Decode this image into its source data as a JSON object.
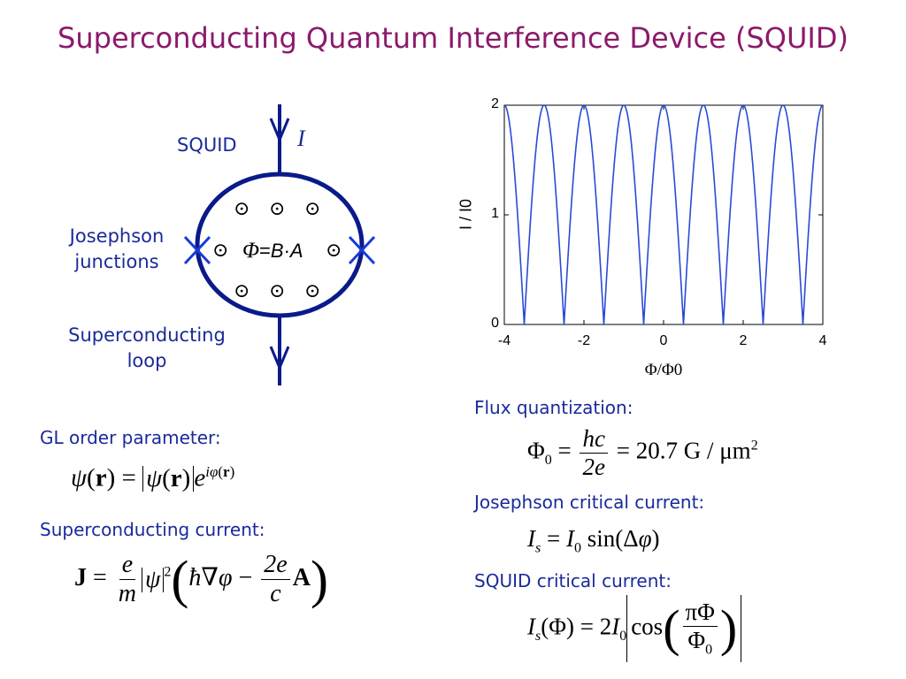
{
  "title": "Superconducting Quantum Interference Device (SQUID)",
  "colors": {
    "title": "#8b1a6b",
    "text": "#1a2a9a",
    "loop": "#0a1a8a",
    "curve": "#2b4ad8",
    "equation": "#000000"
  },
  "diagram": {
    "squid_label": "SQUID",
    "current_label": "I",
    "josephson_label_line1": "Josephson",
    "josephson_label_line2": "junctions",
    "loop_label_line1": "Superconducting",
    "loop_label_line2": "loop",
    "flux_phi": "Φ",
    "flux_eq": "=",
    "flux_B": "B",
    "flux_dot": "·",
    "flux_A": "A",
    "field_symbol": "⊙",
    "icons": [
      "junction-x-icon",
      "field-out-of-page-icon",
      "arrow-down-icon"
    ]
  },
  "chart_data": {
    "type": "line",
    "title": "",
    "xlabel": "Φ/Φ0",
    "ylabel": "I / I0",
    "xlim": [
      -4,
      4
    ],
    "ylim": [
      0,
      2
    ],
    "xticks": [
      -4,
      -2,
      0,
      2,
      4
    ],
    "yticks": [
      0,
      1,
      2
    ],
    "grid": false,
    "function": "2|cos(πΦ/Φ0)|",
    "series": [
      {
        "x": [
          -4,
          -3.75,
          -3.5,
          -3.25,
          -3,
          -2.75,
          -2.5,
          -2.25,
          -2,
          -1.75,
          -1.5,
          -1.25,
          -1,
          -0.75,
          -0.5,
          -0.25,
          0,
          0.25,
          0.5,
          0.75,
          1,
          1.25,
          1.5,
          1.75,
          2,
          2.25,
          2.5,
          2.75,
          3,
          3.25,
          3.5,
          3.75,
          4
        ],
        "values": [
          2,
          1.41,
          0,
          1.41,
          2,
          1.41,
          0,
          1.41,
          2,
          1.41,
          0,
          1.41,
          2,
          1.41,
          0,
          1.41,
          2,
          1.41,
          0,
          1.41,
          2,
          1.41,
          0,
          1.41,
          2,
          1.41,
          0,
          1.41,
          2,
          1.41,
          0,
          1.41,
          2
        ]
      }
    ]
  },
  "sections": {
    "gl_heading": "GL order parameter:",
    "sc_current_heading": "Superconducting current:",
    "flux_heading": "Flux quantization:",
    "josephson_heading": "Josephson critical current:",
    "squid_heading": "SQUID critical current:"
  },
  "equations": {
    "gl": {
      "psi": "ψ",
      "r": "r",
      "eq": "=",
      "exp_base": "e",
      "exp_i": "i",
      "exp_phi": "φ"
    },
    "current": {
      "J": "J",
      "eq": "=",
      "e": "e",
      "m": "m",
      "psi": "ψ",
      "sq": "2",
      "hbar": "ħ",
      "nabla": "∇",
      "phi": "φ",
      "minus": "−",
      "num2e": "2e",
      "c": "c",
      "A": "A"
    },
    "flux": {
      "Phi": "Φ",
      "sub0": "0",
      "eq": "=",
      "hc": "hc",
      "den": "2e",
      "value": "20.7",
      "unit": "G / μm",
      "unit_sup": "2"
    },
    "josephson": {
      "I": "I",
      "sub_s": "s",
      "eq": "=",
      "sub_0": "0",
      "sin": "sin",
      "arg": "(Δ",
      "phi": "φ",
      "close": ")"
    },
    "squid": {
      "I": "I",
      "sub_s": "s",
      "arg": "(Φ)",
      "eq": "=",
      "coef": "2",
      "sub_0": "0",
      "cos": "cos",
      "num": "πΦ",
      "den": "Φ",
      "den_sub": "0"
    }
  }
}
